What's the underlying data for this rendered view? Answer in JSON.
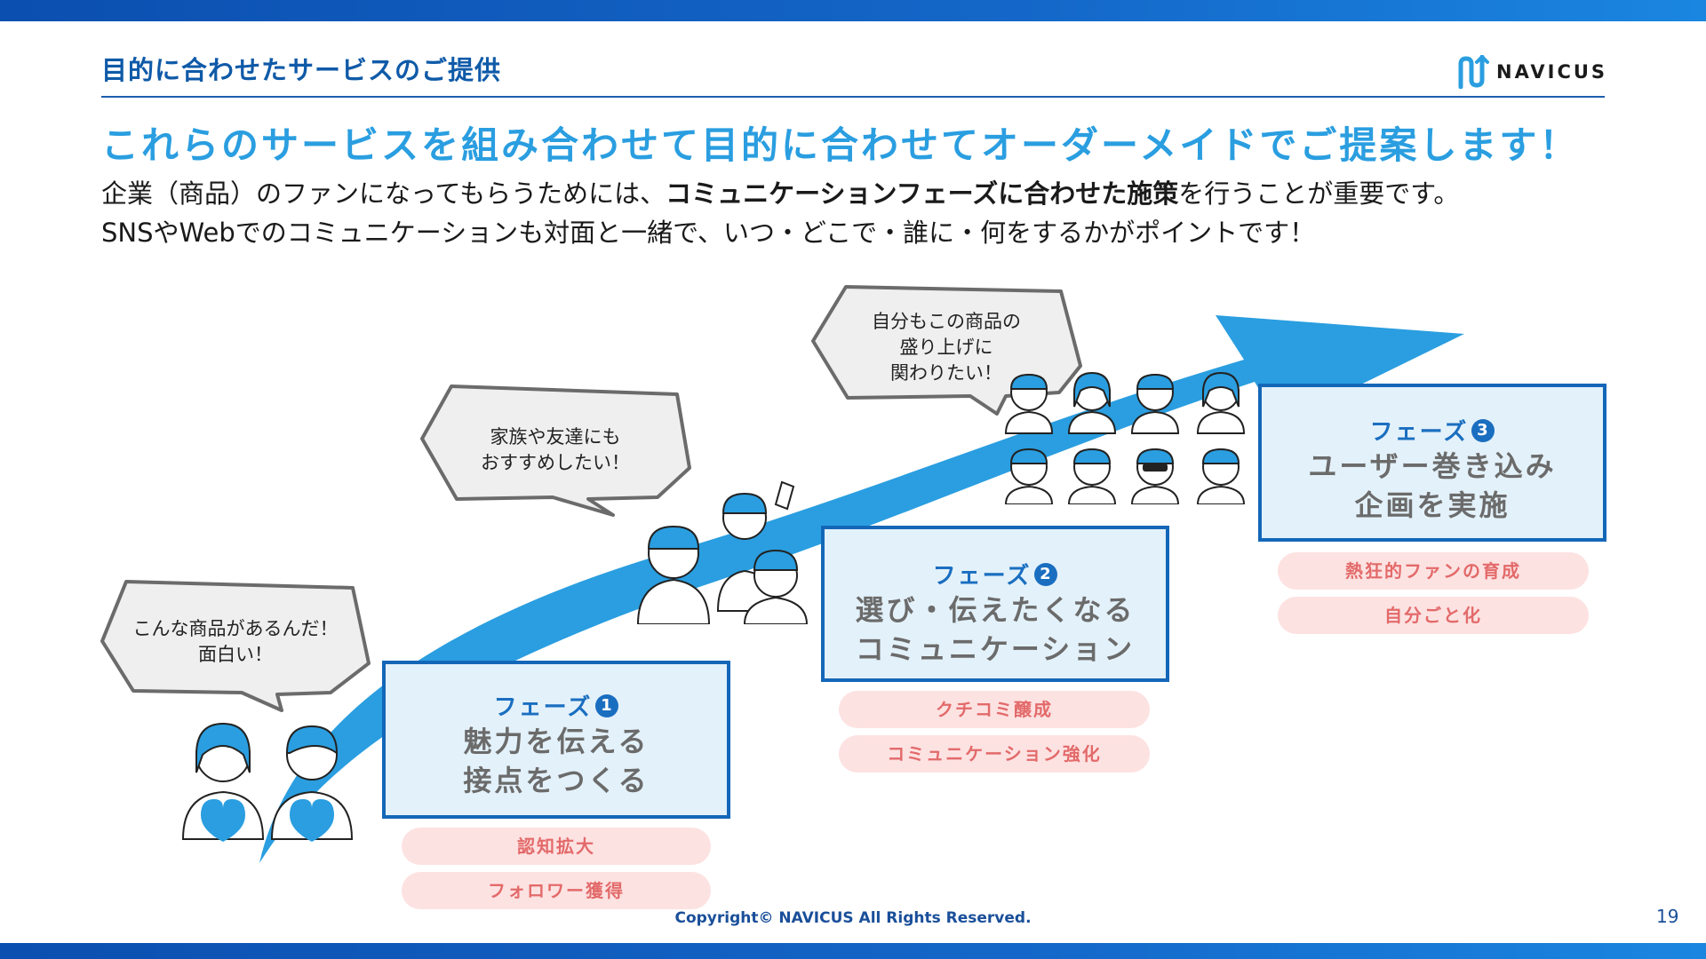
{
  "header": {
    "title": "目的に合わせたサービスのご提供",
    "logo_text": "NAVICUS"
  },
  "headline": "これらのサービスを組み合わせて目的に合わせてオーダーメイドでご提案します！",
  "body": {
    "line1_prefix": "企業（商品）のファンになってもらうためには、",
    "line1_bold": "コミュニケーションフェーズに合わせた施策",
    "line1_suffix": "を行うことが重要です。",
    "line2": "SNSやWebでのコミュニケーションも対面と一緒で、いつ・どこで・誰に・何をするかがポイントです！"
  },
  "bubbles": {
    "b1": [
      "こんな商品があるんだ！",
      "面白い！"
    ],
    "b2": [
      "家族や友達にも",
      "おすすめしたい！"
    ],
    "b3": [
      "自分もこの商品の",
      "盛り上げに",
      "関わりたい！"
    ]
  },
  "phases": [
    {
      "label": "フェーズ",
      "num": "1",
      "title_line1": "魅力を伝える",
      "title_line2": "接点をつくる",
      "pills": [
        "認知拡大",
        "フォロワー獲得"
      ]
    },
    {
      "label": "フェーズ",
      "num": "2",
      "title_line1": "選び・伝えたくなる",
      "title_line2": "コミュニケーション",
      "pills": [
        "クチコミ醸成",
        "コミュニケーション強化"
      ]
    },
    {
      "label": "フェーズ",
      "num": "3",
      "title_line1": "ユーザー巻き込み",
      "title_line2": "企画を実施",
      "pills": [
        "熱狂的ファンの育成",
        "自分ごと化"
      ]
    }
  ],
  "footer": {
    "copyright": "Copyright© NAVICUS All Rights Reserved.",
    "page_number": "19"
  },
  "colors": {
    "brand_blue": "#1467b8",
    "accent_blue": "#2a9ee0",
    "pill_bg": "#fde2e2",
    "pill_text": "#e36a6a"
  }
}
